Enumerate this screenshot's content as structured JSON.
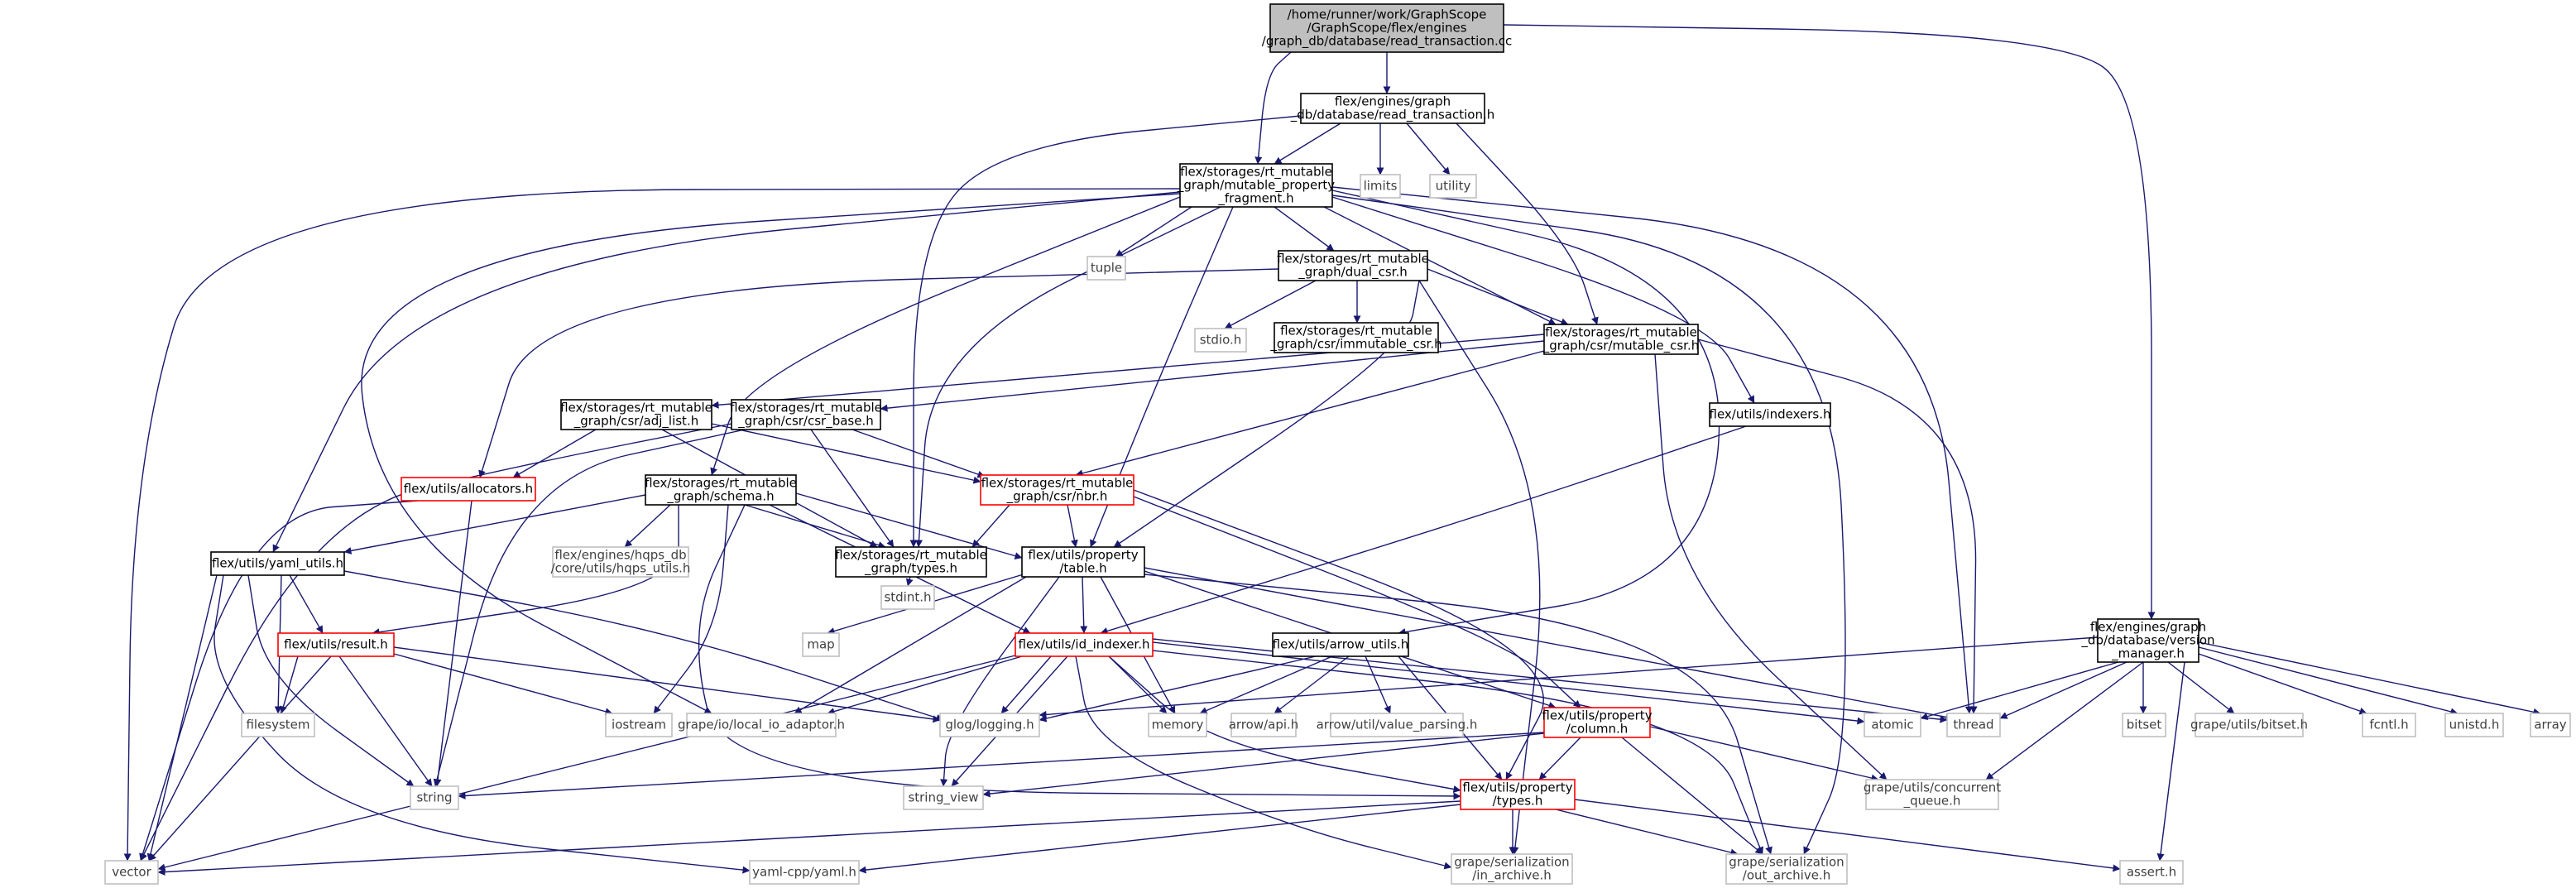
{
  "diagram": {
    "colors": {
      "edge": "#191970",
      "main_fill": "#bfbfbf",
      "project_border": "#000000",
      "truncated_border": "#ff0000",
      "system_border": "#bfbfbf",
      "system_text": "#404040"
    },
    "nodes": [
      {
        "id": "rt_cc",
        "kind": "main",
        "lines": [
          "/home/runner/work/GraphScope",
          "/GraphScope/flex/engines",
          "/graph_db/database/read_transaction.cc"
        ]
      },
      {
        "id": "rt_h",
        "kind": "proj",
        "lines": [
          "flex/engines/graph",
          "_db/database/read_transaction.h"
        ]
      },
      {
        "id": "mpf",
        "kind": "proj",
        "lines": [
          "flex/storages/rt_mutable",
          "_graph/mutable_property",
          "_fragment.h"
        ]
      },
      {
        "id": "limits",
        "kind": "sys",
        "lines": [
          "limits"
        ]
      },
      {
        "id": "utility",
        "kind": "sys",
        "lines": [
          "utility"
        ]
      },
      {
        "id": "vm",
        "kind": "proj",
        "lines": [
          "flex/engines/graph",
          "_db/database/version",
          "_manager.h"
        ]
      },
      {
        "id": "tuple",
        "kind": "sys",
        "lines": [
          "tuple"
        ]
      },
      {
        "id": "dual",
        "kind": "proj",
        "lines": [
          "flex/storages/rt_mutable",
          "_graph/dual_csr.h"
        ]
      },
      {
        "id": "stdio",
        "kind": "sys",
        "lines": [
          "stdio.h"
        ]
      },
      {
        "id": "immut",
        "kind": "proj",
        "lines": [
          "flex/storages/rt_mutable",
          "_graph/csr/immutable_csr.h"
        ]
      },
      {
        "id": "mutcsr",
        "kind": "proj",
        "lines": [
          "flex/storages/rt_mutable",
          "_graph/csr/mutable_csr.h"
        ]
      },
      {
        "id": "adj",
        "kind": "proj",
        "lines": [
          "flex/storages/rt_mutable",
          "_graph/csr/adj_list.h"
        ]
      },
      {
        "id": "csrbase",
        "kind": "proj",
        "lines": [
          "flex/storages/rt_mutable",
          "_graph/csr/csr_base.h"
        ]
      },
      {
        "id": "indexers",
        "kind": "proj",
        "lines": [
          "flex/utils/indexers.h"
        ]
      },
      {
        "id": "alloc",
        "kind": "red",
        "lines": [
          "flex/utils/allocators.h"
        ]
      },
      {
        "id": "schema",
        "kind": "proj",
        "lines": [
          "flex/storages/rt_mutable",
          "_graph/schema.h"
        ]
      },
      {
        "id": "nbr",
        "kind": "red",
        "lines": [
          "flex/storages/rt_mutable",
          "_graph/csr/nbr.h"
        ]
      },
      {
        "id": "hqps",
        "kind": "sys",
        "lines": [
          "flex/engines/hqps_db",
          "/core/utils/hqps_utils.h"
        ]
      },
      {
        "id": "yaml_utils",
        "kind": "proj",
        "lines": [
          "flex/utils/yaml_utils.h"
        ]
      },
      {
        "id": "rtypes",
        "kind": "proj",
        "lines": [
          "flex/storages/rt_mutable",
          "_graph/types.h"
        ]
      },
      {
        "id": "table",
        "kind": "proj",
        "lines": [
          "flex/utils/property",
          "/table.h"
        ]
      },
      {
        "id": "result",
        "kind": "red",
        "lines": [
          "flex/utils/result.h"
        ]
      },
      {
        "id": "stdint",
        "kind": "sys",
        "lines": [
          "stdint.h"
        ]
      },
      {
        "id": "map",
        "kind": "sys",
        "lines": [
          "map"
        ]
      },
      {
        "id": "idx",
        "kind": "red",
        "lines": [
          "flex/utils/id_indexer.h"
        ]
      },
      {
        "id": "arrow_utils",
        "kind": "proj",
        "lines": [
          "flex/utils/arrow_utils.h"
        ]
      },
      {
        "id": "filesystem",
        "kind": "sys",
        "lines": [
          "filesystem"
        ]
      },
      {
        "id": "iostream",
        "kind": "sys",
        "lines": [
          "iostream"
        ]
      },
      {
        "id": "localio",
        "kind": "sys",
        "lines": [
          "grape/io/local_io_adaptor.h"
        ]
      },
      {
        "id": "glog",
        "kind": "sys",
        "lines": [
          "glog/logging.h"
        ]
      },
      {
        "id": "memory",
        "kind": "sys",
        "lines": [
          "memory"
        ]
      },
      {
        "id": "arrowapi",
        "kind": "sys",
        "lines": [
          "arrow/api.h"
        ]
      },
      {
        "id": "valparse",
        "kind": "sys",
        "lines": [
          "arrow/util/value_parsing.h"
        ]
      },
      {
        "id": "column",
        "kind": "red",
        "lines": [
          "flex/utils/property",
          "/column.h"
        ]
      },
      {
        "id": "atomic",
        "kind": "sys",
        "lines": [
          "atomic"
        ]
      },
      {
        "id": "thread",
        "kind": "sys",
        "lines": [
          "thread"
        ]
      },
      {
        "id": "bitset",
        "kind": "sys",
        "lines": [
          "bitset"
        ]
      },
      {
        "id": "gbitset",
        "kind": "sys",
        "lines": [
          "grape/utils/bitset.h"
        ]
      },
      {
        "id": "fcntl",
        "kind": "sys",
        "lines": [
          "fcntl.h"
        ]
      },
      {
        "id": "unistd",
        "kind": "sys",
        "lines": [
          "unistd.h"
        ]
      },
      {
        "id": "array",
        "kind": "sys",
        "lines": [
          "array"
        ]
      },
      {
        "id": "string",
        "kind": "sys",
        "lines": [
          "string"
        ]
      },
      {
        "id": "sview",
        "kind": "sys",
        "lines": [
          "string_view"
        ]
      },
      {
        "id": "ptypes",
        "kind": "red",
        "lines": [
          "flex/utils/property",
          "/types.h"
        ]
      },
      {
        "id": "cqueue",
        "kind": "sys",
        "lines": [
          "grape/utils/concurrent",
          "_queue.h"
        ]
      },
      {
        "id": "vector",
        "kind": "sys",
        "lines": [
          "vector"
        ]
      },
      {
        "id": "yamlcpp",
        "kind": "sys",
        "lines": [
          "yaml-cpp/yaml.h"
        ]
      },
      {
        "id": "inarch",
        "kind": "sys",
        "lines": [
          "grape/serialization",
          "/in_archive.h"
        ]
      },
      {
        "id": "outarch",
        "kind": "sys",
        "lines": [
          "grape/serialization",
          "/out_archive.h"
        ]
      },
      {
        "id": "assert",
        "kind": "sys",
        "lines": [
          "assert.h"
        ]
      }
    ],
    "edges": [
      [
        "rt_cc",
        "rt_h"
      ],
      [
        "rt_cc",
        "mpf"
      ],
      [
        "rt_cc",
        "vm"
      ],
      [
        "rt_h",
        "mpf"
      ],
      [
        "rt_h",
        "limits"
      ],
      [
        "rt_h",
        "utility"
      ],
      [
        "rt_h",
        "mutcsr"
      ],
      [
        "rt_h",
        "rtypes"
      ],
      [
        "mpf",
        "tuple"
      ],
      [
        "mpf",
        "dual"
      ],
      [
        "mpf",
        "mutcsr"
      ],
      [
        "mpf",
        "schema"
      ],
      [
        "mpf",
        "yaml_utils"
      ],
      [
        "mpf",
        "rtypes"
      ],
      [
        "mpf",
        "table"
      ],
      [
        "mpf",
        "indexers"
      ],
      [
        "mpf",
        "arrow_utils"
      ],
      [
        "mpf",
        "thread"
      ],
      [
        "mpf",
        "vector"
      ],
      [
        "mpf",
        "localio"
      ],
      [
        "mpf",
        "outarch"
      ],
      [
        "dual",
        "stdio"
      ],
      [
        "dual",
        "immut"
      ],
      [
        "dual",
        "mutcsr"
      ],
      [
        "dual",
        "alloc"
      ],
      [
        "dual",
        "table"
      ],
      [
        "dual",
        "inarch"
      ],
      [
        "mutcsr",
        "adj"
      ],
      [
        "mutcsr",
        "csrbase"
      ],
      [
        "mutcsr",
        "nbr"
      ],
      [
        "mutcsr",
        "thread"
      ],
      [
        "mutcsr",
        "cqueue"
      ],
      [
        "adj",
        "alloc"
      ],
      [
        "adj",
        "nbr"
      ],
      [
        "adj",
        "rtypes"
      ],
      [
        "csrbase",
        "nbr"
      ],
      [
        "csrbase",
        "rtypes"
      ],
      [
        "csrbase",
        "vector"
      ],
      [
        "csrbase",
        "string"
      ],
      [
        "indexers",
        "idx"
      ],
      [
        "alloc",
        "vector"
      ],
      [
        "alloc",
        "string"
      ],
      [
        "schema",
        "hqps"
      ],
      [
        "schema",
        "yaml_utils"
      ],
      [
        "schema",
        "rtypes"
      ],
      [
        "schema",
        "table"
      ],
      [
        "schema",
        "result"
      ],
      [
        "schema",
        "idx"
      ],
      [
        "schema",
        "iostream"
      ],
      [
        "schema",
        "ptypes"
      ],
      [
        "nbr",
        "rtypes"
      ],
      [
        "nbr",
        "table"
      ],
      [
        "nbr",
        "column"
      ],
      [
        "nbr",
        "ptypes"
      ],
      [
        "yaml_utils",
        "result"
      ],
      [
        "yaml_utils",
        "filesystem"
      ],
      [
        "yaml_utils",
        "string"
      ],
      [
        "yaml_utils",
        "vector"
      ],
      [
        "yaml_utils",
        "yamlcpp"
      ],
      [
        "yaml_utils",
        "glog"
      ],
      [
        "rtypes",
        "stdint"
      ],
      [
        "table",
        "map"
      ],
      [
        "table",
        "idx"
      ],
      [
        "table",
        "memory"
      ],
      [
        "table",
        "column"
      ],
      [
        "table",
        "sview"
      ],
      [
        "table",
        "localio"
      ],
      [
        "table",
        "outarch"
      ],
      [
        "table",
        "thread"
      ],
      [
        "result",
        "filesystem"
      ],
      [
        "result",
        "iostream"
      ],
      [
        "result",
        "string"
      ],
      [
        "result",
        "vector"
      ],
      [
        "result",
        "glog"
      ],
      [
        "idx",
        "localio"
      ],
      [
        "idx",
        "glog"
      ],
      [
        "idx",
        "memory"
      ],
      [
        "idx",
        "atomic"
      ],
      [
        "idx",
        "thread"
      ],
      [
        "idx",
        "sview"
      ],
      [
        "idx",
        "vector"
      ],
      [
        "idx",
        "ptypes"
      ],
      [
        "idx",
        "inarch"
      ],
      [
        "idx",
        "outarch"
      ],
      [
        "arrow_utils",
        "glog"
      ],
      [
        "arrow_utils",
        "memory"
      ],
      [
        "arrow_utils",
        "arrowapi"
      ],
      [
        "arrow_utils",
        "valparse"
      ],
      [
        "arrow_utils",
        "ptypes"
      ],
      [
        "column",
        "string"
      ],
      [
        "column",
        "sview"
      ],
      [
        "column",
        "ptypes"
      ],
      [
        "column",
        "cqueue"
      ],
      [
        "column",
        "outarch"
      ],
      [
        "ptypes",
        "vector"
      ],
      [
        "ptypes",
        "yamlcpp"
      ],
      [
        "ptypes",
        "inarch"
      ],
      [
        "ptypes",
        "outarch"
      ],
      [
        "ptypes",
        "assert"
      ],
      [
        "vm",
        "atomic"
      ],
      [
        "vm",
        "thread"
      ],
      [
        "vm",
        "bitset"
      ],
      [
        "vm",
        "gbitset"
      ],
      [
        "vm",
        "fcntl"
      ],
      [
        "vm",
        "unistd"
      ],
      [
        "vm",
        "array"
      ],
      [
        "vm",
        "cqueue"
      ],
      [
        "vm",
        "assert"
      ],
      [
        "vm",
        "glog"
      ]
    ]
  }
}
